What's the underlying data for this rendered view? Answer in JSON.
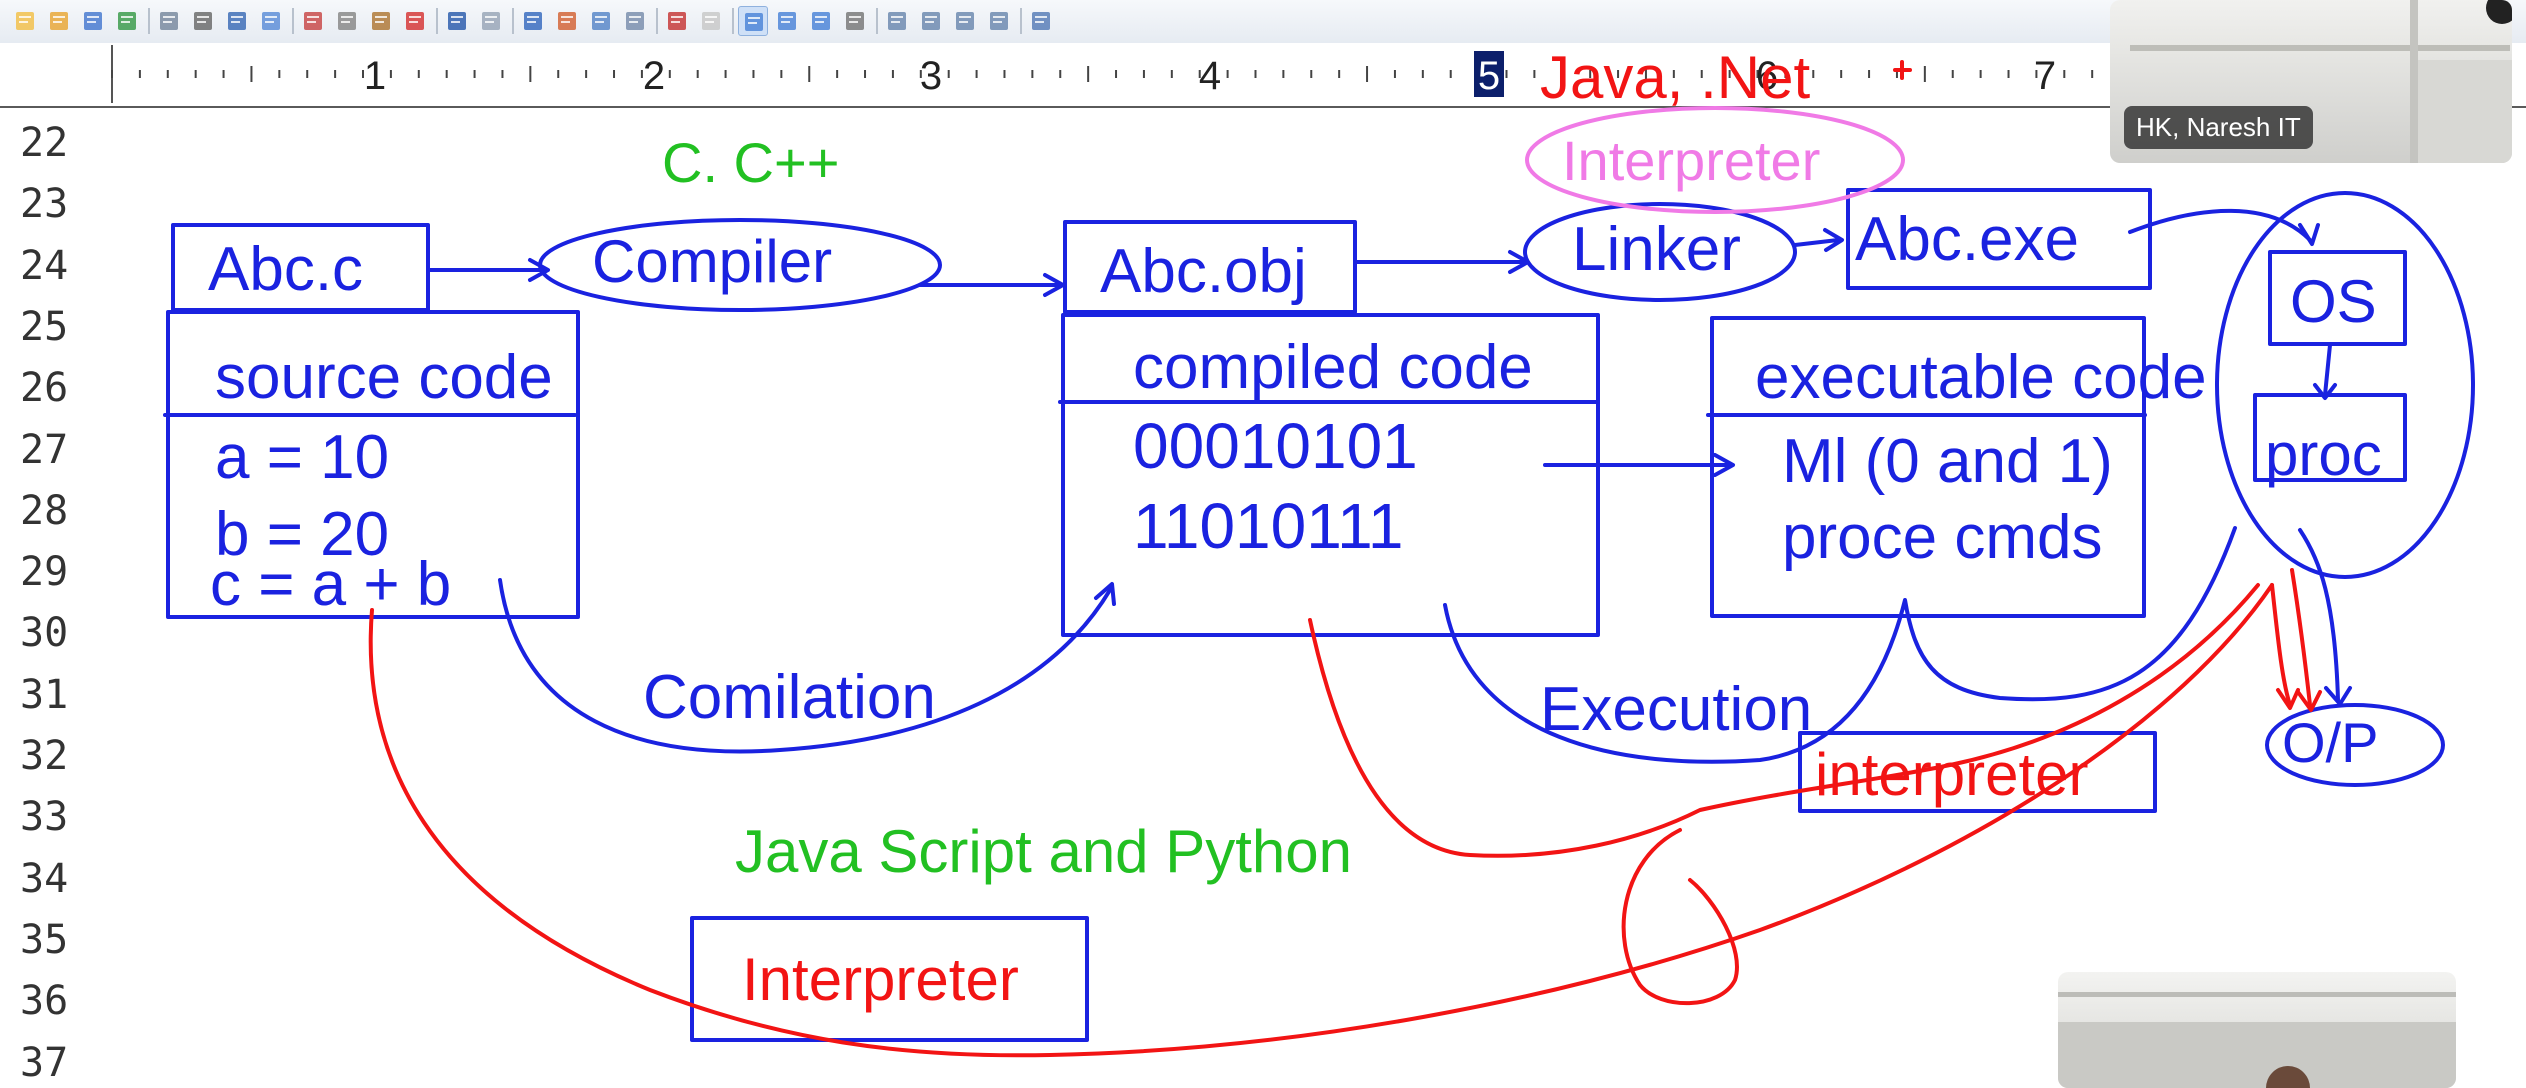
{
  "toolbar": {
    "icons": [
      "new-document-icon",
      "open-folder-icon",
      "save-icon",
      "save-all-icon",
      "print-preview-icon",
      "print-icon",
      "spell-check-icon",
      "view-icon",
      "cut-icon",
      "copy-icon",
      "paste-icon",
      "delete-icon",
      "undo-icon",
      "redo-icon",
      "find-icon",
      "replace-icon",
      "goto-icon",
      "indent-icon",
      "font-icon",
      "highlight-icon",
      "wrap-icon",
      "list-icon",
      "block-icon",
      "settings-icon",
      "window1-icon",
      "window2-icon",
      "window3-icon",
      "window4-icon",
      "help-icon"
    ]
  },
  "ruler": {
    "labels": [
      "1",
      "2",
      "3",
      "4",
      "5",
      "6",
      "7"
    ],
    "current_marker": "5"
  },
  "editor": {
    "line_numbers": [
      "22",
      "23",
      "24",
      "25",
      "26",
      "27",
      "28",
      "29",
      "30",
      "31",
      "32",
      "33",
      "34",
      "35",
      "36",
      "37"
    ]
  },
  "diagram": {
    "title_c": "C. C++",
    "title_java": "Java, .Net",
    "interpreter_top": "Interpreter",
    "abc_c": "Abc.c",
    "compiler": "Compiler",
    "abc_obj": "Abc.obj",
    "linker": "Linker",
    "abc_exe": "Abc.exe",
    "os": "OS",
    "proc": "proc",
    "source_code": "source code",
    "code_a": "a = 10",
    "code_b": "b = 20",
    "code_c": "c = a + b",
    "compiled_code": "compiled code",
    "bin1": "00010101",
    "bin2": "11010111",
    "executable_code": "executable code",
    "ml_line": "Ml (0 and 1)",
    "proce_cmds": "proce cmds",
    "compilation": "Comilation",
    "execution": "Execution",
    "interpreter_box": "interpreter",
    "op": "O/P",
    "js_python": "Java Script and Python",
    "interpreter_bottom": "Interpreter"
  },
  "colors": {
    "blue_ink": "#1a22e0",
    "red_ink": "#f21414",
    "green_ink": "#22c022",
    "pink_ink": "#f07ae6"
  },
  "participants": {
    "top_name": "HK, Naresh IT"
  }
}
